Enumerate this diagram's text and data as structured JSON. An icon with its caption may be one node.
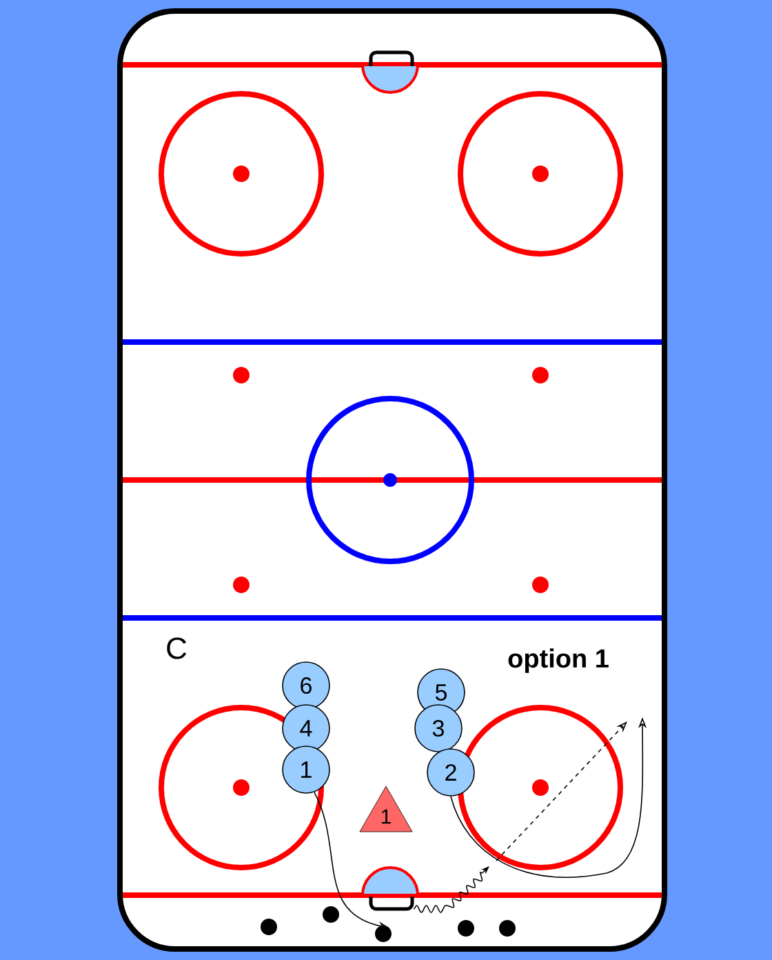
{
  "diagram": {
    "nodes": [
      {
        "text": [
          "6"
        ]
      },
      {
        "text": [
          "4"
        ]
      },
      {
        "text": [
          "1"
        ]
      },
      {
        "text": [
          "5"
        ]
      },
      {
        "text": [
          "3"
        ]
      },
      {
        "text": [
          "2"
        ]
      },
      {
        "text": [
          "1"
        ]
      },
      {
        "text": [],
        "shape": "circle"
      },
      {
        "text": [],
        "shape": "circle"
      },
      {
        "text": [],
        "shape": "circle"
      },
      {
        "text": [],
        "shape": "circle"
      },
      {
        "text": [],
        "shape": "circle"
      }
    ],
    "edges": [
      {
        "from": 2,
        "to": 9,
        "arrow": "to"
      },
      {
        "from": 5,
        "to": null,
        "arrow": "to"
      }
    ],
    "labels": [
      "C",
      "option 1"
    ]
  }
}
